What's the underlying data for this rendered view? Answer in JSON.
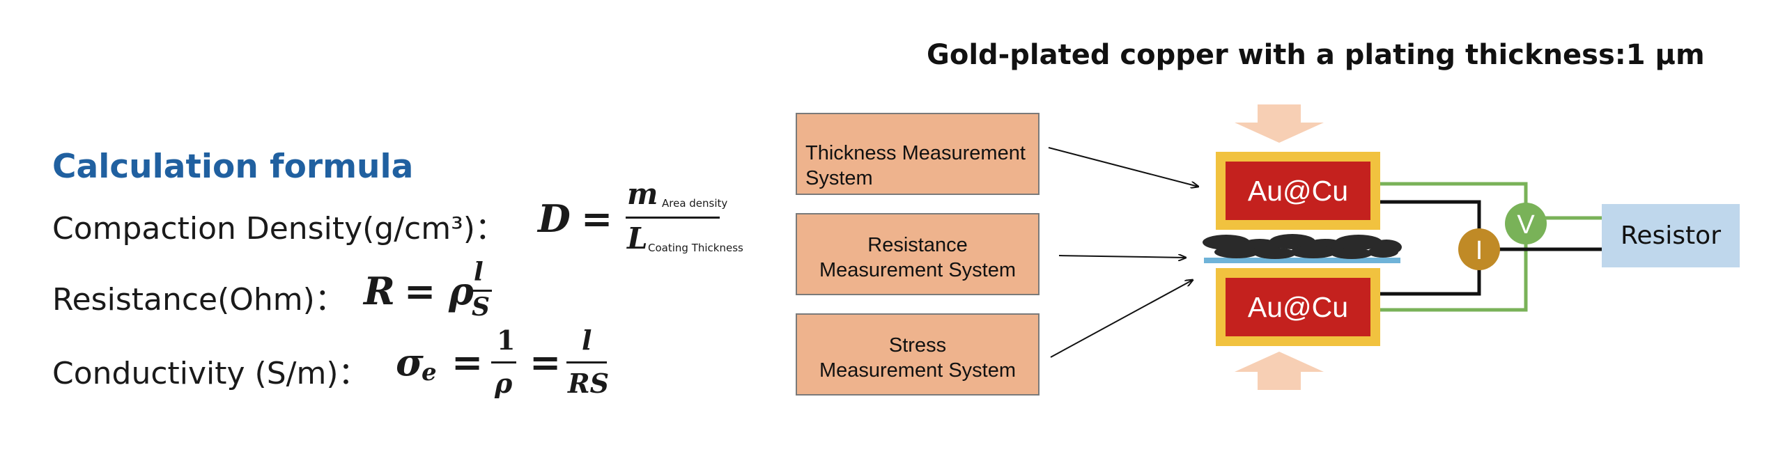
{
  "formulas": {
    "heading": "Calculation formula",
    "compaction": {
      "label": "Compaction Density(g/cm³)：",
      "lhs": "D",
      "eq": "=",
      "numerator": "m",
      "numerator_note": "Area density",
      "denominator": "L",
      "denominator_note": "Coating Thickness"
    },
    "resistance": {
      "label": "Resistance(Ohm)：",
      "lhs": "R",
      "eq": "= ρ",
      "numerator": "l",
      "denominator": "S"
    },
    "conductivity": {
      "label": "Conductivity (S/m)：",
      "lhs": "σ",
      "lhs_sub": "e",
      "eq": "=",
      "frac1_num": "1",
      "frac1_den": "ρ",
      "eq2": "=",
      "frac2_num": "l",
      "frac2_den": "RS"
    }
  },
  "diagram": {
    "title": "Gold-plated copper with a plating thickness:1 μm",
    "systems": [
      {
        "line1": "Thickness Measurement",
        "line2": "System"
      },
      {
        "line1": "Resistance",
        "line2": "Measurement System"
      },
      {
        "line1": "Stress",
        "line2": "Measurement System"
      }
    ],
    "electrode_top": "Au@Cu",
    "electrode_bottom": "Au@Cu",
    "current_meter": "I",
    "voltage_meter": "V",
    "resistor": "Resistor"
  },
  "colors": {
    "heading": "#2060a0",
    "system_box": "#eeb38d",
    "electrode": "#c4211e",
    "electrode_frame": "#f1c23f",
    "pressure_arrow": "#f7cfb4",
    "current_meter": "#c08a26",
    "voltage_meter": "#6fa84b",
    "resistor_box": "#bfd7ec",
    "sample_layer": "#2a2a2a",
    "separator": "#6fb3d8"
  }
}
